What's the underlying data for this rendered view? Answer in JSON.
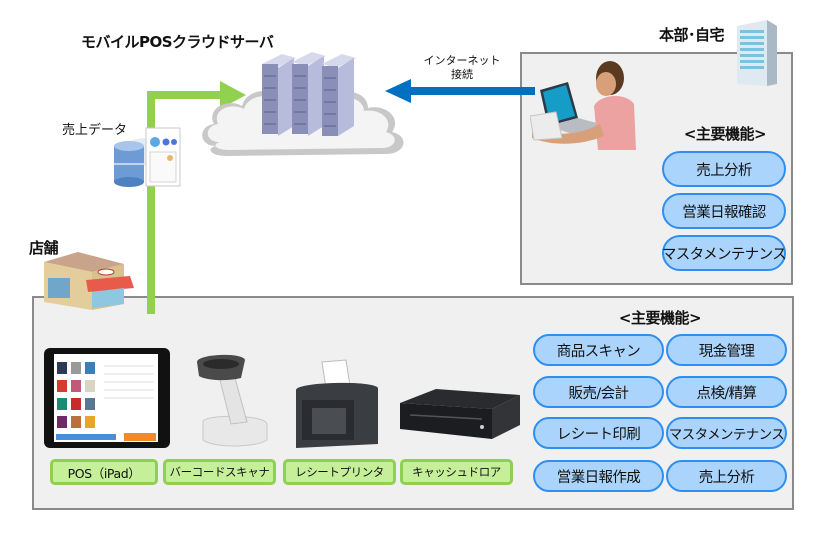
{
  "cloud_server": {
    "title": "モバイルPOSクラウドサーバ"
  },
  "sales_data_label": "売上データ",
  "internet_label": {
    "line1": "インターネット",
    "line2": "接続"
  },
  "headquarters": {
    "title": "本部･自宅",
    "features_heading": "<主要機能>",
    "features": [
      "売上分析",
      "営業日報確認",
      "マスタメンテナンス"
    ]
  },
  "store": {
    "title": "店舗",
    "features_heading": "<主要機能>",
    "features": [
      [
        "商品スキャン",
        "現金管理"
      ],
      [
        "販売/会計",
        "点検/精算"
      ],
      [
        "レシート印刷",
        "マスタメンテナンス"
      ],
      [
        "営業日報作成",
        "売上分析"
      ]
    ],
    "devices": [
      "POS（iPad）",
      "バーコードスキャナ",
      "レシートプリンタ",
      "キャッシュドロア"
    ]
  },
  "colors": {
    "upload_arrow": "#92d050",
    "internet_arrow": "#0070c0",
    "pill_fill": "#aad4fb",
    "pill_border": "#2f8ff0",
    "device_label_fill": "#c6ef9a",
    "device_label_border": "#8fd053",
    "panel_fill": "#f0f0f0",
    "panel_border": "#8a8a8a"
  }
}
